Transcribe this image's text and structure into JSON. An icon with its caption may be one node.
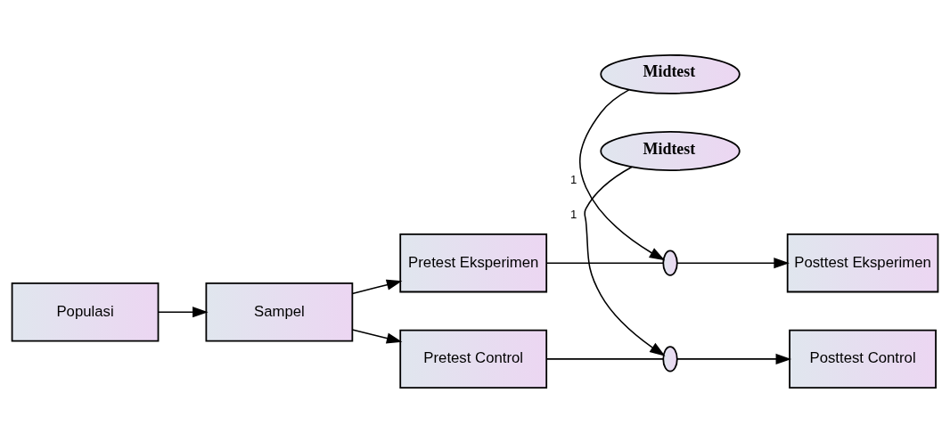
{
  "diagram": {
    "nodes": [
      {
        "text": [
          "Midtest"
        ]
      },
      {
        "text": [
          "Pretest Eksperimen"
        ]
      },
      {
        "text": [],
        "shape": "ellipse"
      },
      {
        "text": [
          "Posttest Eksperimen"
        ]
      },
      {
        "text": [
          "Populasi"
        ]
      },
      {
        "text": [
          "Sampel"
        ]
      },
      {
        "text": [
          "Midtest"
        ]
      },
      {
        "text": [
          "Pretest Control"
        ]
      },
      {
        "text": [],
        "shape": "ellipse"
      },
      {
        "text": [
          "Posttest Control"
        ]
      }
    ],
    "edges": [
      {
        "from": 4,
        "to": 5,
        "arrow": "to"
      },
      {
        "from": 5,
        "to": 1,
        "arrow": "to"
      },
      {
        "from": 5,
        "to": 7,
        "arrow": "to"
      },
      {
        "from": 0,
        "to": 2,
        "arrow": "to",
        "label": "1"
      },
      {
        "from": 1,
        "to": 2,
        "arrow": "none"
      },
      {
        "from": 2,
        "to": 3,
        "arrow": "to"
      },
      {
        "from": 6,
        "to": 8,
        "arrow": "to",
        "label": "1"
      },
      {
        "from": 7,
        "to": 8,
        "arrow": "none"
      },
      {
        "from": 8,
        "to": 9,
        "arrow": "to"
      }
    ]
  }
}
